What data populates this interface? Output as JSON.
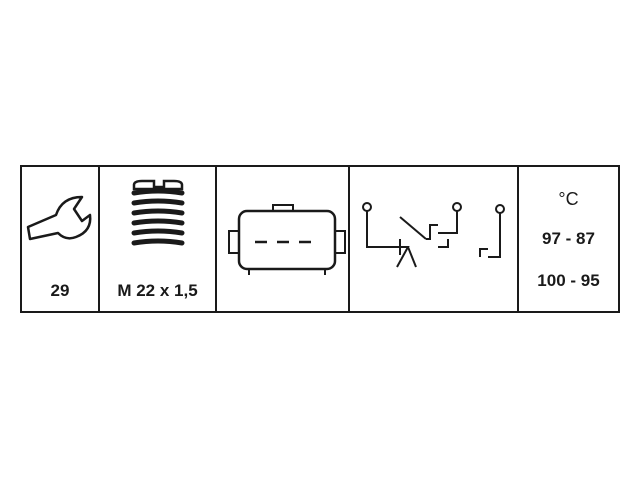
{
  "wrench": {
    "icon": "wrench-icon",
    "size": "29"
  },
  "thread": {
    "icon": "threaded-bolt-icon",
    "spec": "M 22 x 1,5"
  },
  "connector": {
    "icon": "three-pin-connector-icon"
  },
  "circuit": {
    "icon": "switch-circuit-icon"
  },
  "temperature": {
    "unit": "°C",
    "range1": "97 - 87",
    "range2": "100 - 95"
  }
}
